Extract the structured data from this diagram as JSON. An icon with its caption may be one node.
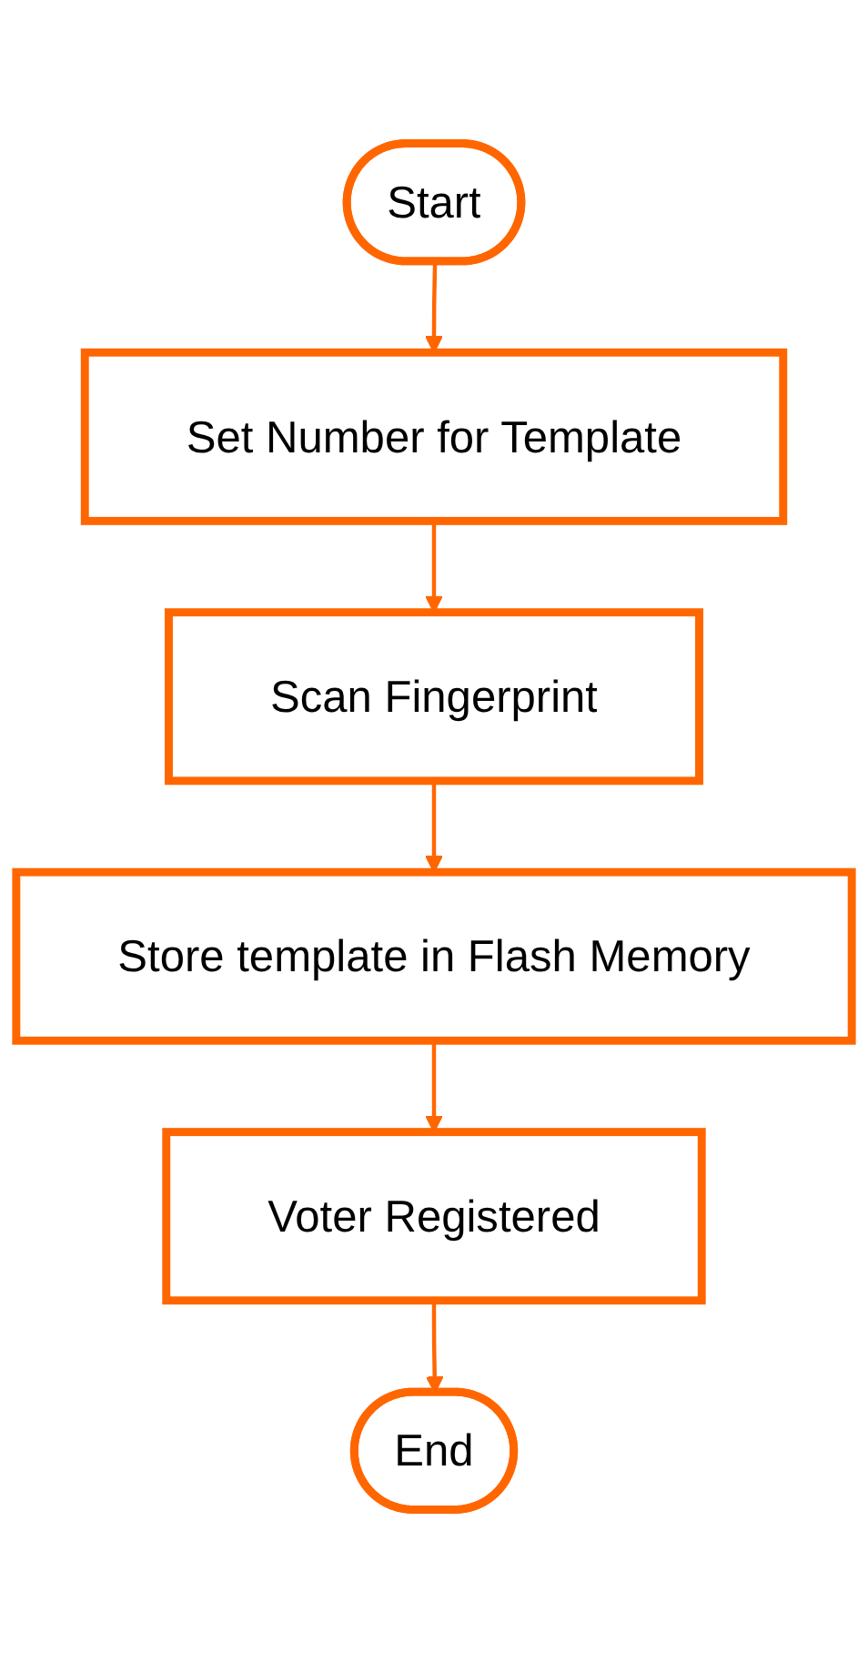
{
  "diagram": {
    "nodes": [
      {
        "text": [
          "Start"
        ]
      },
      {
        "text": [
          "Set Number for Template"
        ]
      },
      {
        "text": [
          "Scan Fingerprint"
        ]
      },
      {
        "text": [
          "Store template in Flash Memory"
        ]
      },
      {
        "text": [
          "Voter Registered"
        ]
      },
      {
        "text": [
          "End"
        ]
      }
    ],
    "edges": [
      {
        "from": 0,
        "to": 1,
        "arrow": "to"
      },
      {
        "from": 1,
        "to": 2,
        "arrow": "to"
      },
      {
        "from": 2,
        "to": 3,
        "arrow": "to"
      },
      {
        "from": 3,
        "to": 4,
        "arrow": "to"
      },
      {
        "from": 4,
        "to": 5,
        "arrow": "to"
      }
    ]
  }
}
